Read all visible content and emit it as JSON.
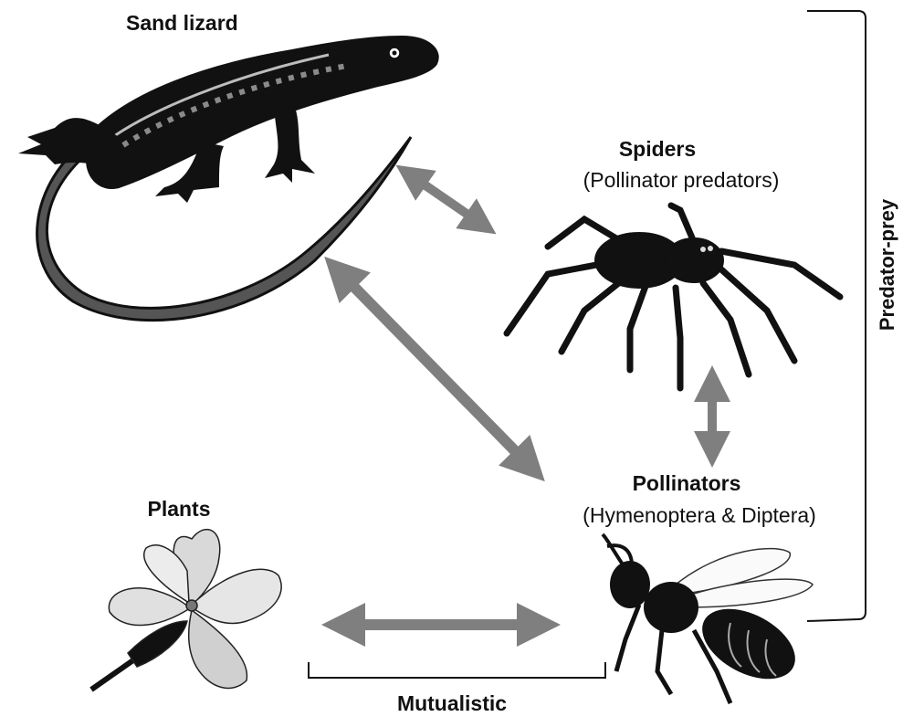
{
  "nodes": {
    "sand_lizard": "Sand lizard",
    "spiders": "Spiders",
    "spiders_sub": "(Pollinator predators)",
    "pollinators": "Pollinators",
    "pollinators_sub": "(Hymenoptera & Diptera)",
    "plants": "Plants"
  },
  "relations": {
    "mutualistic": "Mutualistic",
    "predator_prey": "Predator-prey"
  },
  "colors": {
    "arrow": "#7f7f7f",
    "silhouette": "#111111",
    "lizard_stripe": "#8a8a8a",
    "bracket": "#111111"
  },
  "icons": [
    "lizard-illustration",
    "spider-illustration",
    "bee-illustration",
    "flower-illustration"
  ]
}
